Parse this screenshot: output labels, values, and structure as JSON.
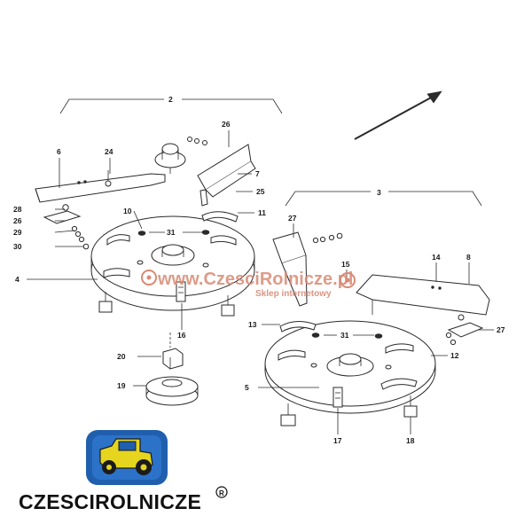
{
  "diagram": {
    "labels": {
      "l2": "2",
      "l3": "3",
      "l4": "4",
      "l5": "5",
      "l6": "6",
      "l7": "7",
      "l8": "8",
      "l10": "10",
      "l11": "11",
      "l12": "12",
      "l13": "13",
      "l14": "14",
      "l15": "15",
      "l16": "16",
      "l17": "17",
      "l18": "18",
      "l19": "19",
      "l20": "20",
      "l24": "24",
      "l25": "25",
      "l26a": "26",
      "l26b": "26",
      "l27a": "27",
      "l27b": "27",
      "l28": "28",
      "l29": "29",
      "l30": "30",
      "l31a": "31",
      "l31b": "31"
    }
  },
  "watermark": {
    "site": "www.CzesciRolnicze.pl",
    "tagline": "Sklep internetowy"
  },
  "logo": {
    "wordmark": "CZESCIROLNICZE",
    "trademark": "R"
  },
  "colors": {
    "logo_blue": "#1f5fae",
    "logo_yellow": "#e6d51f",
    "watermark": "#d88a74"
  }
}
